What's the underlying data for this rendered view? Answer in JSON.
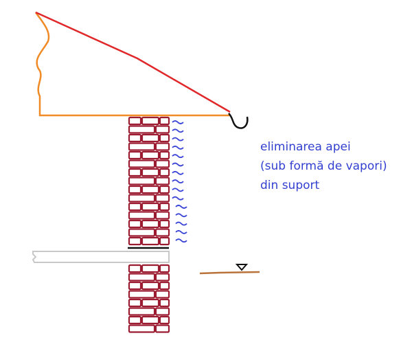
{
  "annotation": {
    "lines": [
      "eliminarea apei",
      "(sub formă de vapori)",
      "din suport"
    ]
  },
  "colors": {
    "brick": "#9b1b30",
    "roof_edge": "#f08a24",
    "roof_slope": "#e0272a",
    "vapor": "#3a44d6",
    "text": "#3340d0",
    "slab": "#c8c8c8",
    "ground": "#b8723a"
  }
}
